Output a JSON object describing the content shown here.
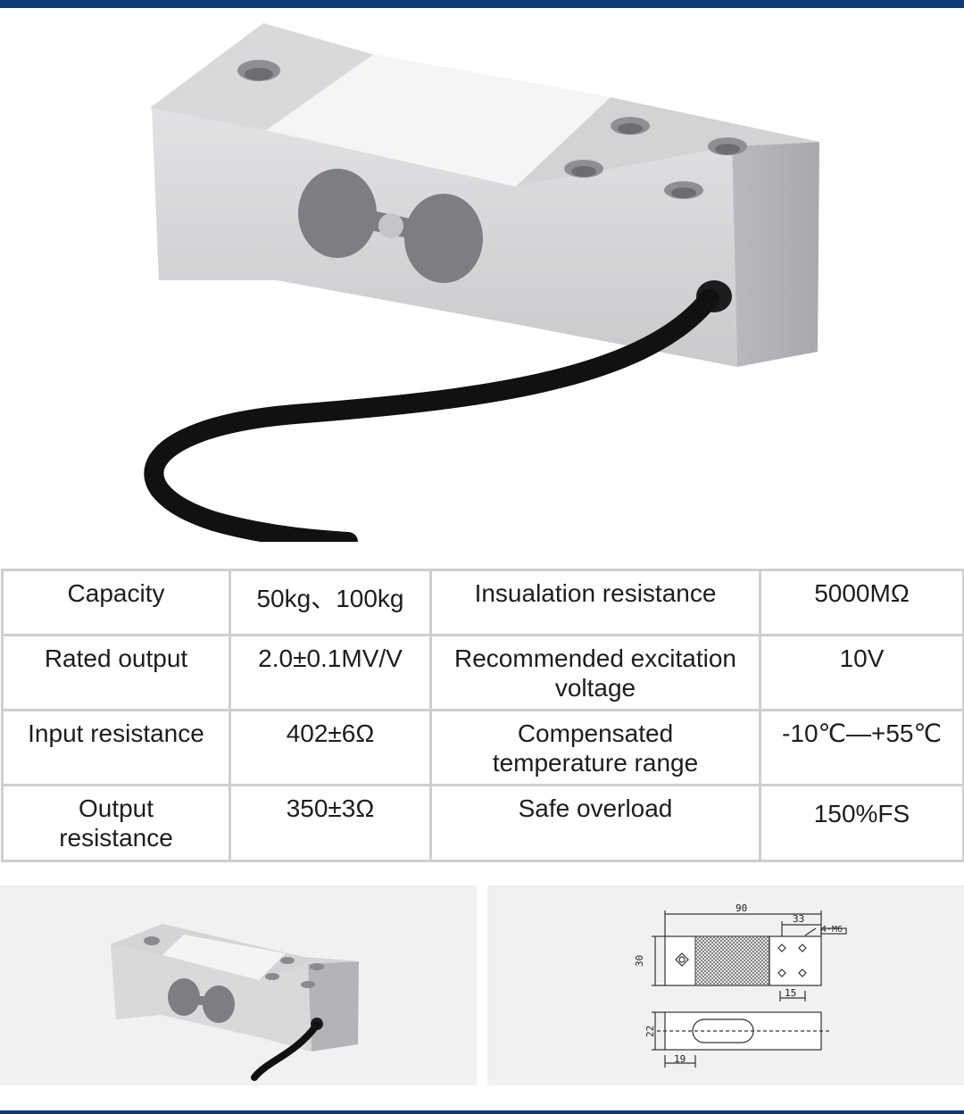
{
  "specs": {
    "rows": [
      [
        {
          "text": "Capacity"
        },
        {
          "text": "50kg、100kg",
          "offset": true
        },
        {
          "text": "Insualation resistance"
        },
        {
          "text": "5000MΩ"
        }
      ],
      [
        {
          "text": "Rated output"
        },
        {
          "text": "2.0±0.1MV/V"
        },
        {
          "text": "Recommended excitation\nvoltage"
        },
        {
          "text": "10V"
        }
      ],
      [
        {
          "text": "Input resistance"
        },
        {
          "text": "402±6Ω"
        },
        {
          "text": "Compensated\ntemperature range"
        },
        {
          "text": "-10℃—+55℃"
        }
      ],
      [
        {
          "text": "Output\nresistance"
        },
        {
          "text": "350±3Ω"
        },
        {
          "text": "Safe overload"
        },
        {
          "text": "150%FS",
          "offset": true
        }
      ]
    ]
  },
  "drawing": {
    "length": "90",
    "hole_offset": "33",
    "thread": "4-M6",
    "width": "30",
    "hole_spacing": "15",
    "height": "22",
    "end_offset": "19"
  },
  "colors": {
    "accent": "#0c3a78",
    "border": "#cfcfcf",
    "panel": "#f1f1f1",
    "aluminum": "#d6d6d9",
    "cable": "#111111"
  }
}
